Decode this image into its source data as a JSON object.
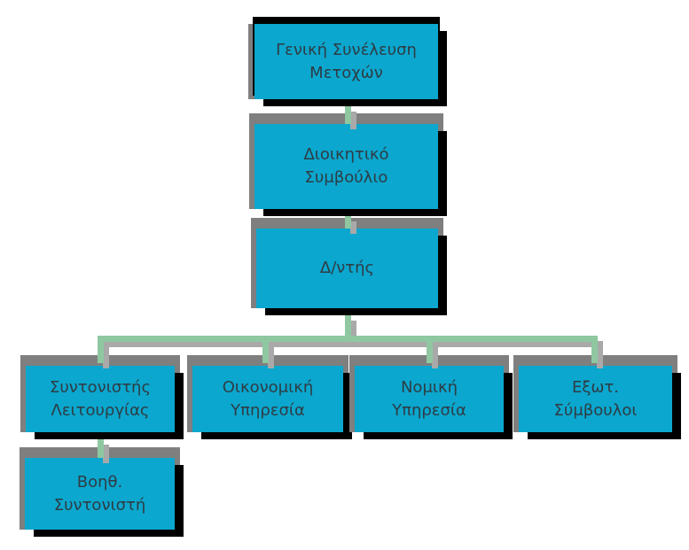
{
  "colors": {
    "page_bg": "#ffffff",
    "box_fill": "#0ba7ce",
    "box_text": "#2e3c44",
    "shadow_black": "#000000",
    "edge_gray": "#7f7f7f",
    "connector_green": "#8fc8a0",
    "connector_shadow": "#a9a9a9"
  },
  "nodes": {
    "assembly": {
      "line1": "Γενική Συνέλευση",
      "line2": "Μετοχών"
    },
    "board": {
      "line1": "Διοικητικό",
      "line2": "Συμβούλιο"
    },
    "director": {
      "line1": "Δ/ντής",
      "line2": ""
    },
    "operations": {
      "line1": "Συντονιστής",
      "line2": "Λειτουργίας"
    },
    "finance": {
      "line1": "Οικονομική",
      "line2": "Υπηρεσία"
    },
    "legal": {
      "line1": "Νομική",
      "line2": "Υπηρεσία"
    },
    "external": {
      "line1": "Εξωτ.",
      "line2": "Σύμβουλοι"
    },
    "assistant": {
      "line1": "Βοηθ.",
      "line2": "Συντονιστή"
    }
  },
  "hierarchy": {
    "type": "org-chart",
    "edges": [
      {
        "from": "Γενική Συνέλευση Μετοχών",
        "to": "Διοικητικό Συμβούλιο"
      },
      {
        "from": "Διοικητικό Συμβούλιο",
        "to": "Δ/ντής"
      },
      {
        "from": "Δ/ντής",
        "to": "Συντονιστής Λειτουργίας"
      },
      {
        "from": "Δ/ντής",
        "to": "Οικονομική Υπηρεσία"
      },
      {
        "from": "Δ/ντής",
        "to": "Νομική Υπηρεσία"
      },
      {
        "from": "Δ/ντής",
        "to": "Εξωτ. Σύμβουλοι"
      },
      {
        "from": "Συντονιστής Λειτουργίας",
        "to": "Βοηθ. Συντονιστή"
      }
    ]
  }
}
